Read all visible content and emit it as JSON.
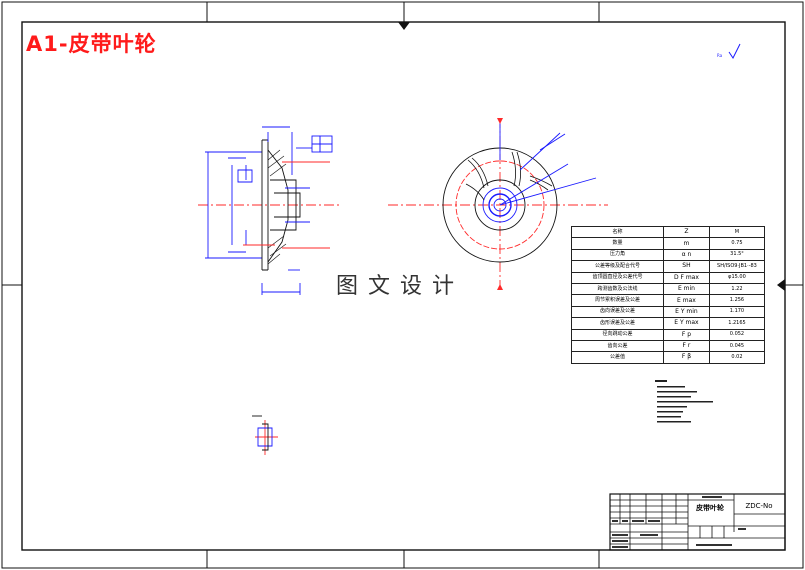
{
  "drawing_title": "A1-皮带叶轮",
  "watermark": "图文设计",
  "table": {
    "header": [
      "名称",
      "Z",
      "M"
    ],
    "rows": [
      [
        "数量",
        "m",
        "0.75"
      ],
      [
        "压力角",
        "α n",
        "31.5°"
      ],
      [
        "公差等级及配合代号",
        "SH",
        "SH/ISO9·JB1·-83"
      ],
      [
        "齿顶圆直径及公差代号",
        "D F max",
        "φ15.00"
      ],
      [
        "跨测齿数及公法线",
        "E min",
        "1.22"
      ],
      [
        "周节累积误差及公差",
        "E max",
        "1.256"
      ],
      [
        "齿向误差及公差",
        "E Y min",
        "1.170"
      ],
      [
        "齿形误差及公差",
        "E Y max",
        "1.2165"
      ],
      [
        "径向跳动公差",
        "F p",
        "0.052"
      ],
      [
        "齿向公差",
        "F r",
        "0.045"
      ],
      [
        "公差值",
        "F β",
        "0.02"
      ]
    ]
  },
  "title_block": {
    "part_name": "皮带叶轮",
    "drawing_code": "ZDC-No"
  }
}
